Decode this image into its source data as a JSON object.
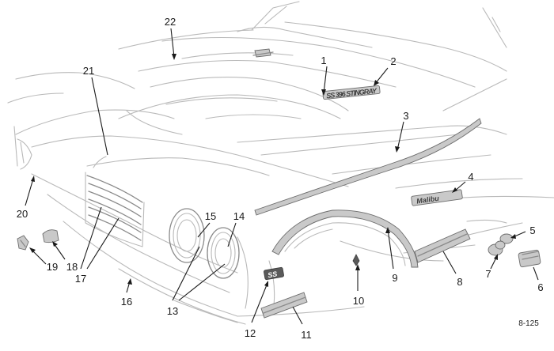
{
  "diagram": {
    "callouts": [
      "1",
      "2",
      "3",
      "4",
      "5",
      "6",
      "7",
      "8",
      "9",
      "10",
      "11",
      "12",
      "13",
      "14",
      "15",
      "16",
      "17",
      "18",
      "19",
      "20",
      "21",
      "22"
    ],
    "figure_ref": "8-125",
    "badges": {
      "hood_badge_text": "SS 396 STINGRAY",
      "fender_script_text": "Malibu",
      "fender_emblem_text": "SS"
    }
  }
}
